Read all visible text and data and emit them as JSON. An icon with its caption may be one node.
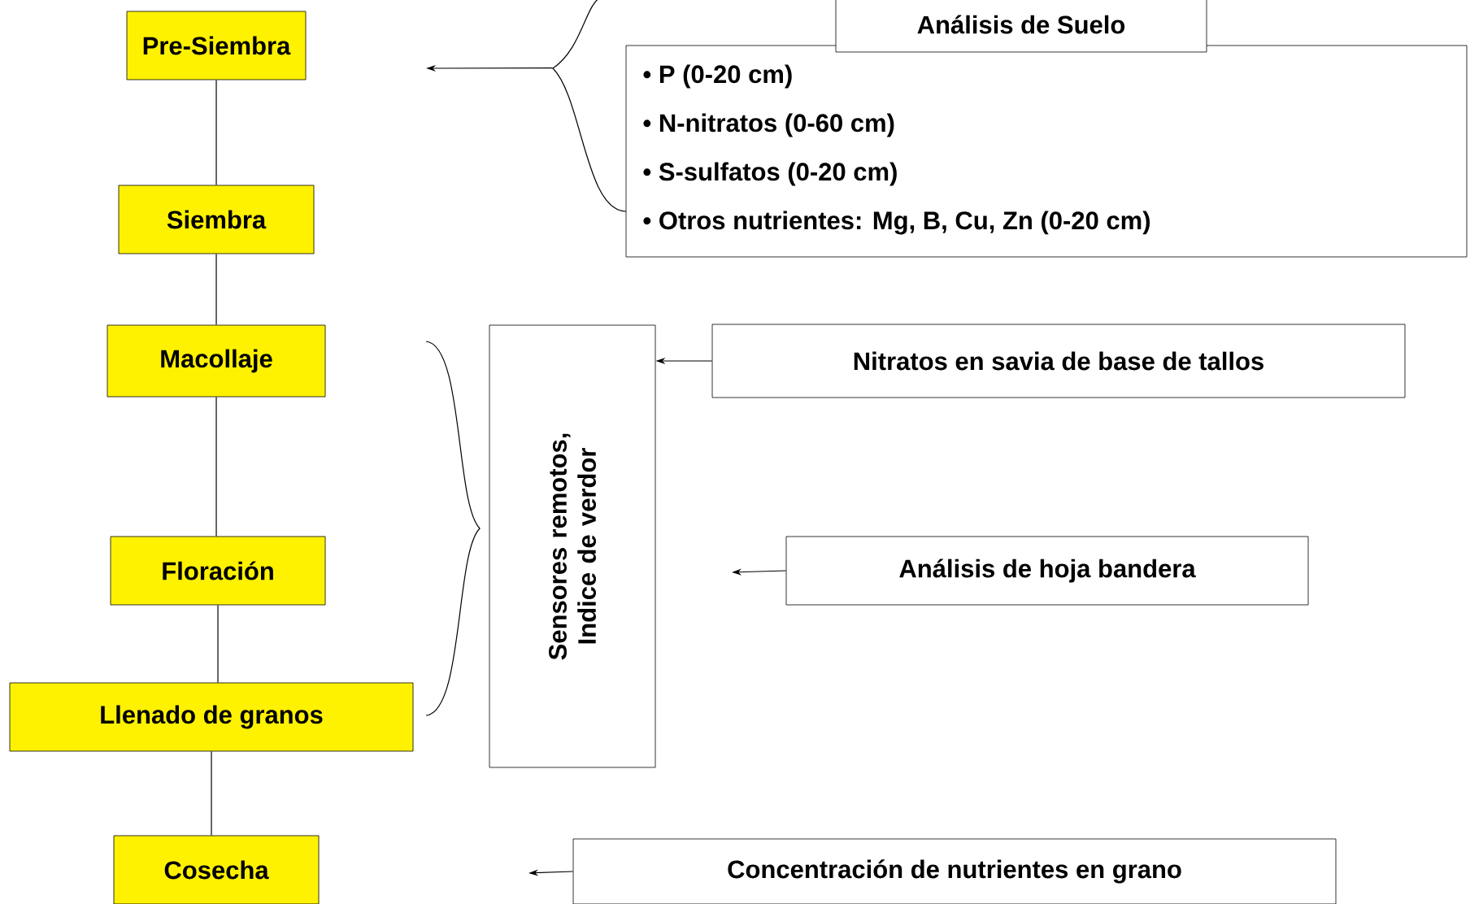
{
  "diagram": {
    "nodes": [
      {
        "text": [
          "Pre-Siembra"
        ]
      },
      {
        "text": [
          "Siembra"
        ]
      },
      {
        "text": [
          "Macollaje"
        ]
      },
      {
        "text": [
          "Floración"
        ]
      },
      {
        "text": [
          "Llenado de granos"
        ]
      },
      {
        "text": [
          "Cosecha"
        ]
      },
      {
        "text": [
          "Análisis de Suelo",
          "• P (0-20 cm)",
          "• N-nitratos (0-60 cm)",
          "• S-sulfatos (0-20 cm)",
          "• Otros nutrientes: Mg, B, Cu, Zn (0-20 cm)"
        ]
      },
      {
        "text": [
          "Sensores remotos, Indice de verdor"
        ]
      },
      {
        "text": [
          "Nitratos en savia de base de tallos"
        ]
      },
      {
        "text": [
          "Análisis de hoja bandera"
        ]
      },
      {
        "text": [
          "Concentración de nutrientes en grano"
        ]
      }
    ],
    "edges": [
      {
        "from": 0,
        "to": 1,
        "arrow": "none"
      },
      {
        "from": 1,
        "to": 2,
        "arrow": "none"
      },
      {
        "from": 2,
        "to": 3,
        "arrow": "none"
      },
      {
        "from": 3,
        "to": 4,
        "arrow": "none"
      },
      {
        "from": 4,
        "to": 5,
        "arrow": "none"
      },
      {
        "from": 6,
        "to": null,
        "arrow": "to"
      },
      {
        "from": 8,
        "to": 7,
        "arrow": "to"
      },
      {
        "from": 9,
        "to": null,
        "arrow": "to"
      },
      {
        "from": 10,
        "to": null,
        "arrow": "to"
      }
    ]
  }
}
